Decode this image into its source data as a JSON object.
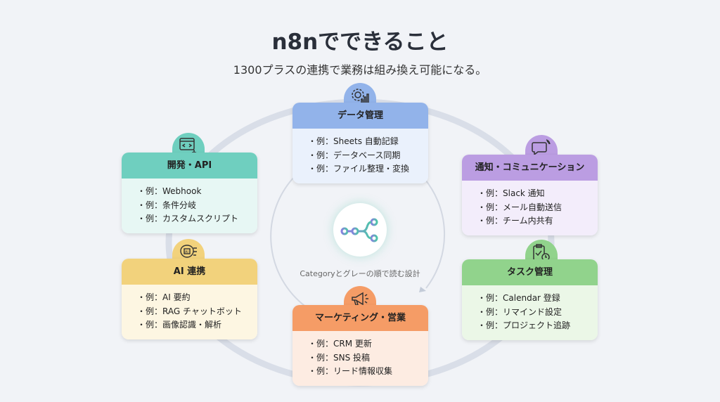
{
  "title": "n8nでできること",
  "subtitle": "1300プラスの連携で業務は組み換え可能になる。",
  "center_caption": "Categoryとグレーの順で読む設計",
  "cards": [
    {
      "id": "data",
      "title": "データ管理",
      "icon": "gear-chart-icon",
      "items": [
        "例：Sheets 自動記録",
        "例：データベース同期",
        "例：ファイル整理・変換"
      ],
      "header_color": "#92b3ea",
      "body_color": "#eaf1fc"
    },
    {
      "id": "dev",
      "title": "開発・API",
      "icon": "code-plug-icon",
      "items": [
        "例：Webhook",
        "例：条件分岐",
        "例：カスタムスクリプト"
      ],
      "header_color": "#6fcfbf",
      "body_color": "#e7f7f4"
    },
    {
      "id": "notify",
      "title": "通知・コミュニケーション",
      "icon": "chat-bubble-icon",
      "items": [
        "例：Slack 通知",
        "例：メール自動送信",
        "例：チーム内共有"
      ],
      "header_color": "#bb9de2",
      "body_color": "#f3edfb"
    },
    {
      "id": "ai",
      "title": "AI 連携",
      "icon": "ai-brain-icon",
      "items": [
        "例：AI 要約",
        "例：RAG チャットボット",
        "例：画像認識・解析"
      ],
      "header_color": "#f2d27c",
      "body_color": "#fdf6e2"
    },
    {
      "id": "task",
      "title": "タスク管理",
      "icon": "clipboard-clock-icon",
      "items": [
        "例：Calendar 登録",
        "例：リマインド設定",
        "例：プロジェクト追跡"
      ],
      "header_color": "#91d38c",
      "body_color": "#ebf7e7"
    },
    {
      "id": "marketing",
      "title": "マーケティング・営業",
      "icon": "megaphone-icon",
      "items": [
        "例：CRM 更新",
        "例：SNS 投稿",
        "例：リード情報収集"
      ],
      "header_color": "#f59c66",
      "body_color": "#fdece2"
    }
  ]
}
